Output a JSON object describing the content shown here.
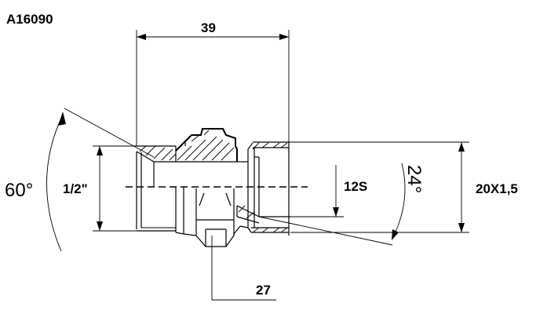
{
  "part_number": "A16090",
  "dimensions": {
    "length": "39",
    "cone_angle": "60°",
    "inlet_thread": "1/2\"",
    "tube_size": "12S",
    "seat_angle": "24°",
    "outlet_thread": "20X1,5",
    "hex_size": "27"
  }
}
